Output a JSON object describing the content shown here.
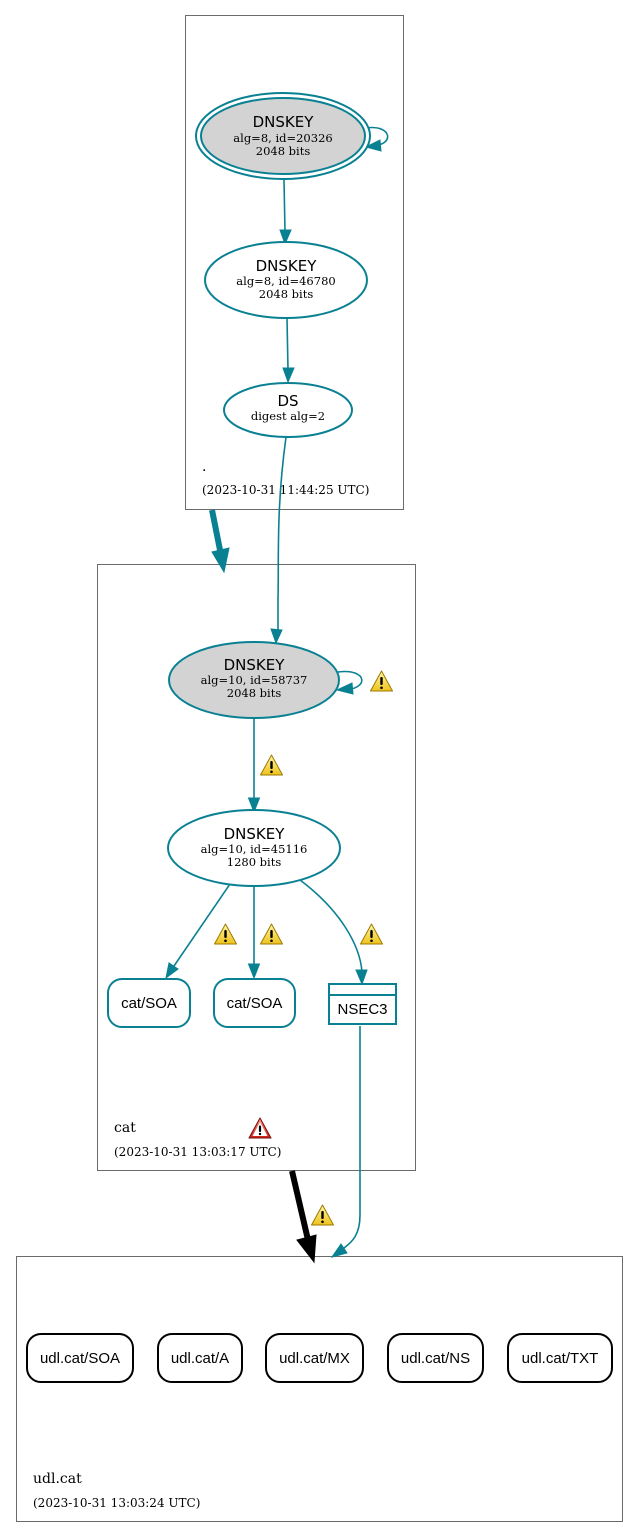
{
  "zones": {
    "root": {
      "name": ".",
      "timestamp": "(2023-10-31 11:44:25 UTC)"
    },
    "cat": {
      "name": "cat",
      "timestamp": "(2023-10-31 13:03:17 UTC)"
    },
    "udl": {
      "name": "udl.cat",
      "timestamp": "(2023-10-31 13:03:24 UTC)"
    }
  },
  "nodes": {
    "root_ksk": {
      "title": "DNSKEY",
      "line1": "alg=8, id=20326",
      "line2": "2048 bits"
    },
    "root_zsk": {
      "title": "DNSKEY",
      "line1": "alg=8, id=46780",
      "line2": "2048 bits"
    },
    "root_ds": {
      "title": "DS",
      "line1": "digest alg=2"
    },
    "cat_ksk": {
      "title": "DNSKEY",
      "line1": "alg=10, id=58737",
      "line2": "2048 bits"
    },
    "cat_zsk": {
      "title": "DNSKEY",
      "line1": "alg=10, id=45116",
      "line2": "1280 bits"
    },
    "cat_soa_1": {
      "label": "cat/SOA"
    },
    "cat_soa_2": {
      "label": "cat/SOA"
    },
    "cat_nsec3": {
      "label": "NSEC3"
    },
    "udl_soa": {
      "label": "udl.cat/SOA"
    },
    "udl_a": {
      "label": "udl.cat/A"
    },
    "udl_mx": {
      "label": "udl.cat/MX"
    },
    "udl_ns": {
      "label": "udl.cat/NS"
    },
    "udl_txt": {
      "label": "udl.cat/TXT"
    }
  },
  "colors": {
    "secure_edge": "#0a8193",
    "insecure_edge": "#000000",
    "ksk_fill": "#d3d3d3",
    "warning_fill": "#f5d533",
    "error_fill": "#d9312b"
  },
  "icons": {
    "warning": "warning-icon",
    "error": "error-icon"
  }
}
